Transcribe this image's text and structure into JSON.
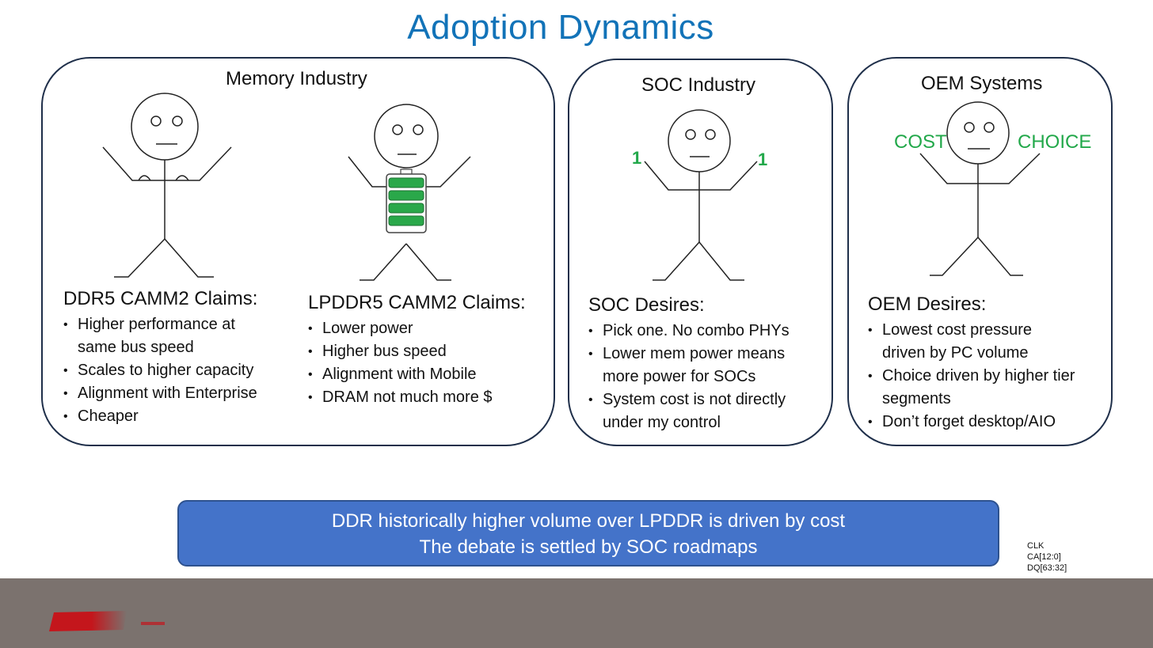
{
  "title": "Adoption Dynamics",
  "panels": {
    "memory": {
      "title": "Memory Industry",
      "ddr5": {
        "heading": "DDR5 CAMM2 Claims:",
        "items": [
          "Higher performance at same bus speed",
          "Scales to higher capacity",
          "Alignment with Enterprise",
          "Cheaper"
        ]
      },
      "lpddr5": {
        "heading": "LPDDR5 CAMM2 Claims:",
        "items": [
          "Lower power",
          "Higher bus speed",
          "Alignment with Mobile",
          "DRAM not much more $"
        ]
      }
    },
    "soc": {
      "title": "SOC Industry",
      "hand_left": "1",
      "hand_right": "1",
      "heading": "SOC Desires:",
      "items": [
        "Pick one.  No combo PHYs",
        "Lower mem power means more power for SOCs",
        "System cost is not directly under my control"
      ]
    },
    "oem": {
      "title": "OEM Systems",
      "hand_left": "COST",
      "hand_right": "CHOICE",
      "heading": "OEM Desires:",
      "items": [
        "Lowest cost pressure driven by PC volume",
        "Choice driven by higher tier segments",
        "Don’t forget desktop/AIO"
      ]
    }
  },
  "banner": {
    "line1": "DDR historically higher volume over LPDDR is driven by cost",
    "line2": "The debate is settled by SOC roadmaps"
  },
  "signals": [
    "CLK",
    "CA[12:0]",
    "DQ[63:32]"
  ],
  "colors": {
    "title": "#1273b8",
    "panel_border": "#1f2f4a",
    "accent_green": "#22a84a",
    "banner_fill": "#4473c9",
    "footer": "#7b726e"
  }
}
